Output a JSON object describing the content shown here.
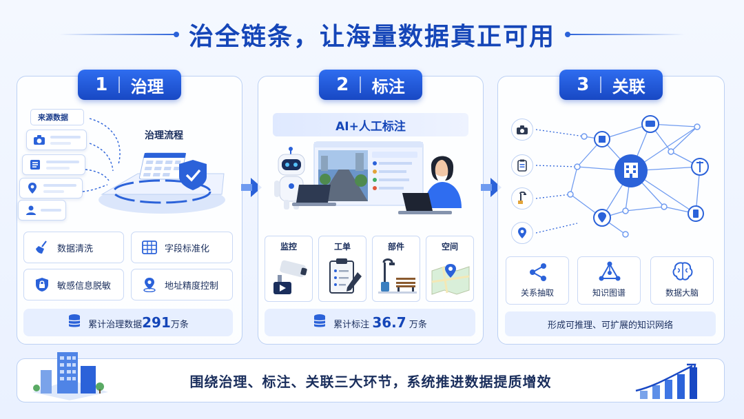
{
  "title": "治全链条，让海量数据真正可用",
  "arrow_color": "#2b62d9",
  "panels": [
    {
      "num": "1",
      "name": "治理",
      "source_label": "来源数据",
      "source_icons": [
        "camera-icon",
        "list-icon",
        "location-pin-icon",
        "user-icon"
      ],
      "flow_title": "治理流程",
      "features": [
        {
          "label": "数据清洗",
          "icon": "broom-icon"
        },
        {
          "label": "字段标准化",
          "icon": "table-grid-icon"
        },
        {
          "label": "敏感信息脱敏",
          "icon": "shield-lock-icon"
        },
        {
          "label": "地址精度控制",
          "icon": "map-pin-icon"
        }
      ],
      "stat": {
        "prefix": "累计治理数据",
        "value": "291",
        "suffix": "万条"
      }
    },
    {
      "num": "2",
      "name": "标注",
      "banner": "AI+人工标注",
      "categories": [
        {
          "label": "监控",
          "icon": "cctv-camera-icon"
        },
        {
          "label": "工单",
          "icon": "clipboard-icon"
        },
        {
          "label": "部件",
          "icon": "streetlight-bench-icon"
        },
        {
          "label": "空间",
          "icon": "map-icon"
        }
      ],
      "stat": {
        "prefix": "累计标注",
        "value": "36.7",
        "suffix": "万条"
      }
    },
    {
      "num": "3",
      "name": "关联",
      "left_nodes": [
        "camera-icon",
        "clipboard-icon",
        "streetlight-icon",
        "location-pin-icon"
      ],
      "boxes": [
        {
          "label": "关系抽取",
          "icon": "share-nodes-icon"
        },
        {
          "label": "知识图谱",
          "icon": "graph-triangle-icon"
        },
        {
          "label": "数据大脑",
          "icon": "brain-icon"
        }
      ],
      "summary": "形成可推理、可扩展的知识网络"
    }
  ],
  "bottom": {
    "text": "围绕治理、标注、关联三大环节，系统推进数据提质增效"
  }
}
